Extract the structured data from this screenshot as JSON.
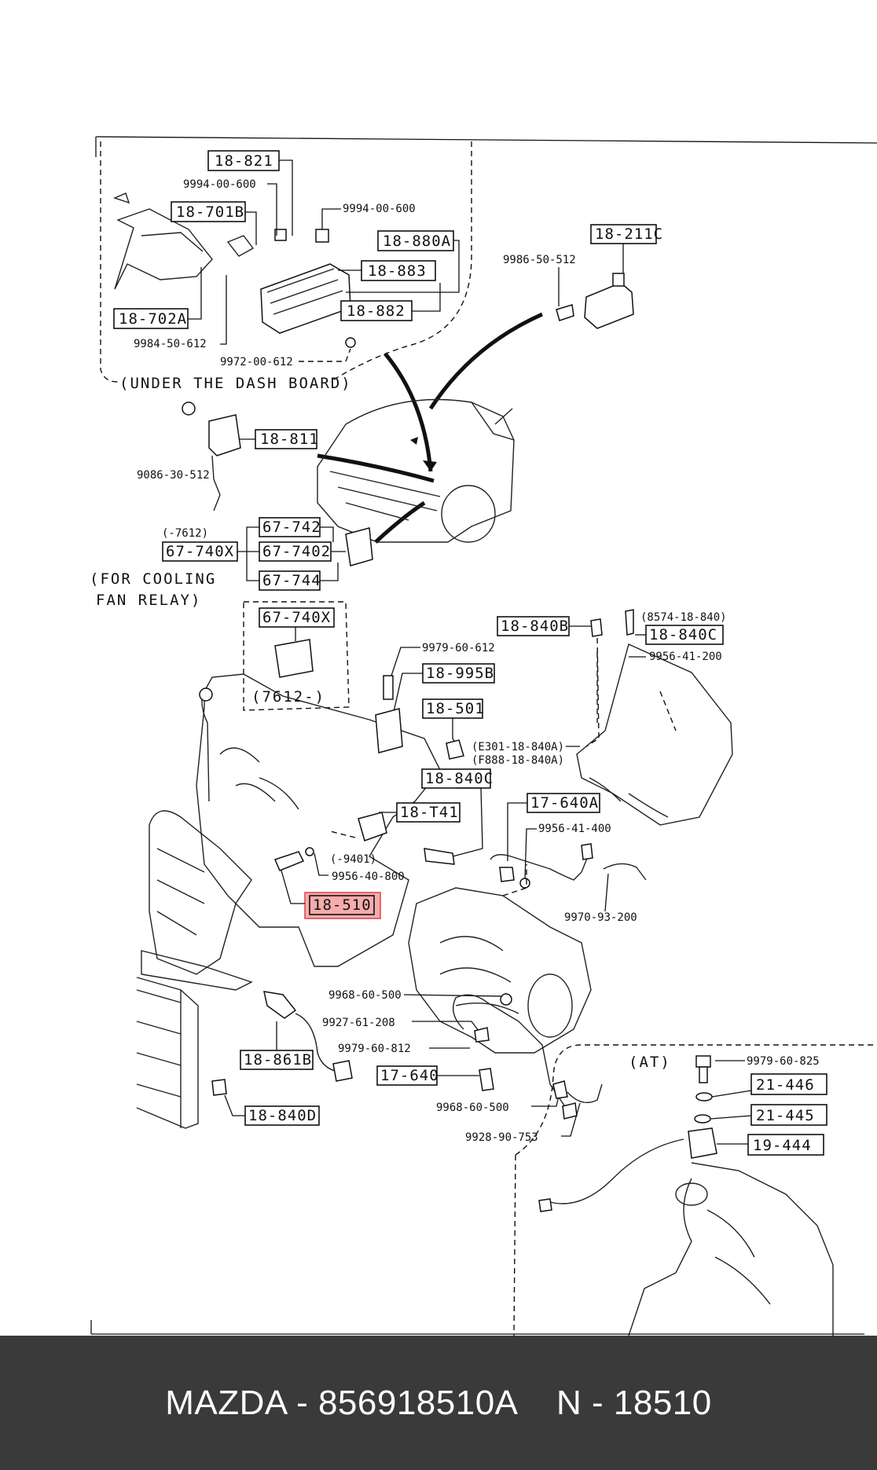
{
  "labels": {
    "l_18_821": "18-821",
    "l_18_701b": "18-701B",
    "l_18_880a": "18-880A",
    "l_18_883": "18-883",
    "l_18_882": "18-882",
    "l_18_702a": "18-702A",
    "l_18_211c": "18-211C",
    "l_18_811": "18-811",
    "l_67_742": "67-742",
    "l_67_740x": "67-740X",
    "l_67_7402": "67-7402",
    "l_67_744": "67-744",
    "l_67_740x_b": "67-740X",
    "l_18_840b": "18-840B",
    "l_18_840c_top": "18-840C",
    "l_18_995b": "18-995B",
    "l_18_501": "18-501",
    "l_18_840c": "18-840C",
    "l_18_t41": "18-T41",
    "l_17_640a": "17-640A",
    "l_18_510": "18-510",
    "l_18_861b": "18-861B",
    "l_17_640": "17-640",
    "l_18_840d": "18-840D",
    "l_21_446": "21-446",
    "l_21_445": "21-445",
    "l_19_444": "19-444"
  },
  "part_numbers": {
    "p1": "9994-00-600",
    "p2": "9994-00-600",
    "p3": "9984-50-612",
    "p4": "9972-00-612",
    "p5": "9986-50-512",
    "p6": "9086-30-512",
    "p7": "9979-60-612",
    "p8": "(8574-18-840)",
    "p9": "9956-41-200",
    "p10": "(E301-18-840A)",
    "p11": "(F888-18-840A)",
    "p12": "9956-41-400",
    "p13": "(-9401)",
    "p14": "9956-40-800",
    "p15": "9970-93-200",
    "p16": "9968-60-500",
    "p17": "9927-61-208",
    "p18": "9979-60-812",
    "p19": "9968-60-500",
    "p20": "9928-90-753",
    "p21": "9979-60-825",
    "p22": "(-7612)"
  },
  "notes": {
    "under_dash": "(UNDER THE DASH BOARD)",
    "fan_relay_1": "(FOR COOLING",
    "fan_relay_2": "FAN RELAY)",
    "model_7612": "(7612-)",
    "at": "(AT)"
  },
  "highlight": {
    "color": "#e04040"
  },
  "footer": {
    "text": "MAZDA - 856918510A    N - 18510"
  }
}
